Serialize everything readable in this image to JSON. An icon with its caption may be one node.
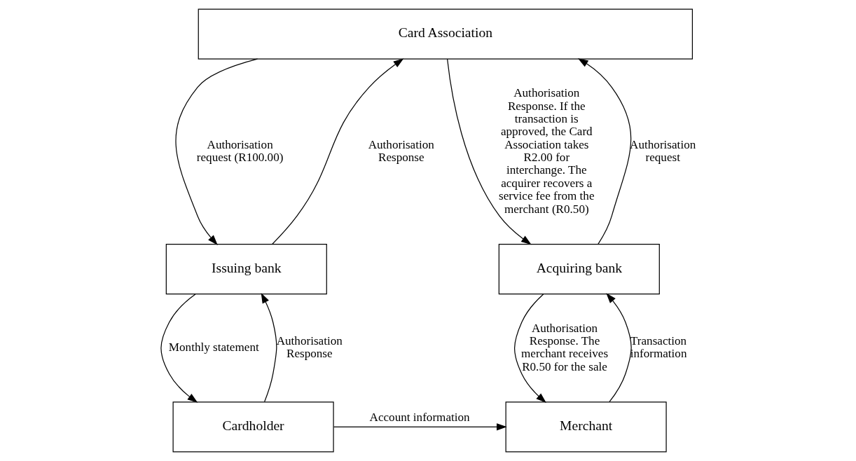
{
  "diagram": {
    "nodes": [
      {
        "text": [
          "Card Association"
        ]
      },
      {
        "text": [
          "Issuing bank"
        ]
      },
      {
        "text": [
          "Acquiring bank"
        ]
      },
      {
        "text": [
          "Cardholder"
        ]
      },
      {
        "text": [
          "Merchant"
        ]
      }
    ],
    "edges": [
      {
        "from": 0,
        "to": 1,
        "arrow": "to",
        "label": "Authorisation request (R100.00)"
      },
      {
        "from": 1,
        "to": 0,
        "arrow": "to",
        "label": "Authorisation Response"
      },
      {
        "from": 2,
        "to": 0,
        "arrow": "to",
        "label": "Authorisation request"
      },
      {
        "from": 0,
        "to": 2,
        "arrow": "to",
        "label": "Authorisation Response. If the transaction is approved, the Card Association takes R2.00 for interchange. The acquirer recovers a service fee from the merchant (R0.50)"
      },
      {
        "from": 1,
        "to": 3,
        "arrow": "to",
        "label": "Monthly statement"
      },
      {
        "from": 3,
        "to": 1,
        "arrow": "to",
        "label": "Authorisation Response"
      },
      {
        "from": 4,
        "to": 2,
        "arrow": "to",
        "label": "Transaction information"
      },
      {
        "from": 2,
        "to": 4,
        "arrow": "to",
        "label": "Authorisation Response. The merchant receives R0.50 for the sale"
      },
      {
        "from": 3,
        "to": 4,
        "arrow": "to",
        "label": "Account information"
      }
    ]
  }
}
